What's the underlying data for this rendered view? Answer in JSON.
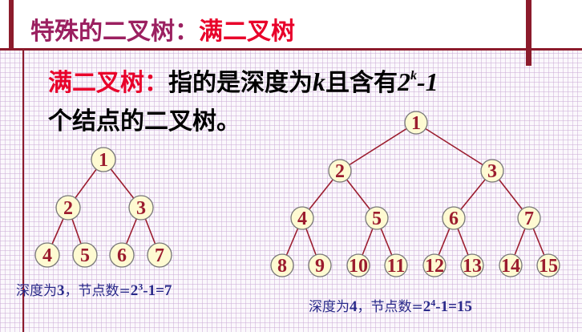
{
  "slide": {
    "title_part1": "特殊的二叉树：",
    "title_part2": "满二叉树",
    "definition": {
      "term": "满二叉树：",
      "text_a": "指的是深度为",
      "var_k": "k",
      "text_b": "且含有",
      "base": "2",
      "exp": "k",
      "minus_one": "-1",
      "line2": "个结点的二叉树。"
    },
    "caption_small": {
      "prefix": "深度为",
      "depth": "3",
      "mid": "，节点数=",
      "base": "2",
      "exp": "3",
      "tail": "-1=7"
    },
    "caption_large": {
      "prefix": "深度为",
      "depth": "4",
      "mid": "，节点数=",
      "base": "2",
      "exp": "4",
      "tail": "-1=15"
    }
  },
  "colors": {
    "accent_dark": "#8c1b2c",
    "title_purple": "#9b2060",
    "title_red": "#e8002a",
    "node_fill": "#fefad2",
    "node_text": "#9b1c2e",
    "edge": "#9b1c2e",
    "caption": "#2a2a8a"
  },
  "trees": [
    {
      "name": "full-binary-tree-depth-3",
      "labels": [
        "1",
        "2",
        "3",
        "4",
        "5",
        "6",
        "7"
      ]
    },
    {
      "name": "full-binary-tree-depth-4",
      "labels": [
        "1",
        "2",
        "3",
        "4",
        "5",
        "6",
        "7",
        "8",
        "9",
        "10",
        "11",
        "12",
        "13",
        "14",
        "15"
      ]
    }
  ]
}
